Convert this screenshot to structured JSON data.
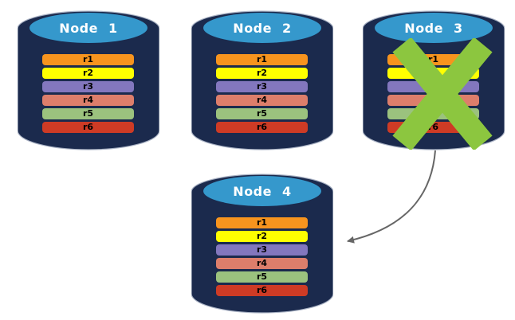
{
  "colors": {
    "background": "#FFFFFF",
    "cylinder_body": "#1B2A4D",
    "cylinder_top": "#3598CC",
    "cylinder_outline": "#A9B2C4",
    "failure_x": "#8CC63F",
    "arrow": "#666666"
  },
  "arrow": {
    "from": "Node 3",
    "to": "Node 4"
  },
  "nodes": [
    {
      "id": "node-1",
      "label": "Node 1",
      "failed": false,
      "records": [
        {
          "label": "r1",
          "color": "#F7941E"
        },
        {
          "label": "r2",
          "color": "#FFFF00"
        },
        {
          "label": "r3",
          "color": "#8377BE"
        },
        {
          "label": "r4",
          "color": "#DD7E6B"
        },
        {
          "label": "r5",
          "color": "#9BC27E"
        },
        {
          "label": "r6",
          "color": "#CE3B25"
        }
      ]
    },
    {
      "id": "node-2",
      "label": "Node 2",
      "failed": false,
      "records": [
        {
          "label": "r1",
          "color": "#F7941E"
        },
        {
          "label": "r2",
          "color": "#FFFF00"
        },
        {
          "label": "r3",
          "color": "#8377BE"
        },
        {
          "label": "r4",
          "color": "#DD7E6B"
        },
        {
          "label": "r5",
          "color": "#9BC27E"
        },
        {
          "label": "r6",
          "color": "#CE3B25"
        }
      ]
    },
    {
      "id": "node-3",
      "label": "Node 3",
      "failed": true,
      "records": [
        {
          "label": "r1",
          "color": "#F7941E"
        },
        {
          "label": "r2",
          "color": "#FFFF00"
        },
        {
          "label": "r3",
          "color": "#8377BE"
        },
        {
          "label": "r4",
          "color": "#DD7E6B"
        },
        {
          "label": "r5",
          "color": "#9BC27E"
        },
        {
          "label": "r6",
          "color": "#CE3B25"
        }
      ]
    },
    {
      "id": "node-4",
      "label": "Node 4",
      "failed": false,
      "records": [
        {
          "label": "r1",
          "color": "#F7941E"
        },
        {
          "label": "r2",
          "color": "#FFFF00"
        },
        {
          "label": "r3",
          "color": "#8377BE"
        },
        {
          "label": "r4",
          "color": "#DD7E6B"
        },
        {
          "label": "r5",
          "color": "#9BC27E"
        },
        {
          "label": "r6",
          "color": "#CE3B25"
        }
      ]
    }
  ]
}
